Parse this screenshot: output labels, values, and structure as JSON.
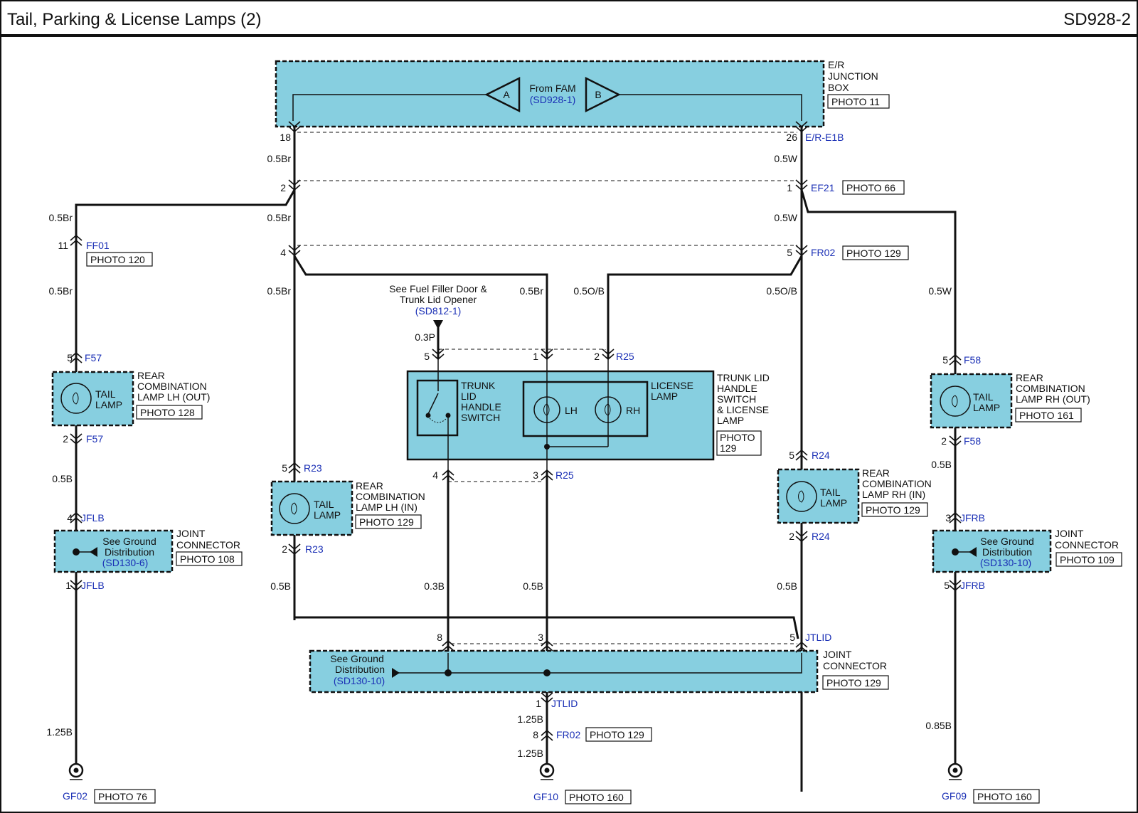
{
  "header": {
    "title": "Tail, Parking & License Lamps (2)",
    "page_code": "SD928-2"
  },
  "er_junction_box": {
    "label_lines": [
      "E/R",
      "JUNCTION",
      "BOX"
    ],
    "photo": "PHOTO 11",
    "from_text": "From FAM",
    "ref": "(SD928-1)",
    "conn_a": "A",
    "conn_b": "B"
  },
  "top_pins": {
    "left": "18",
    "right": "26",
    "connector": "E/R-E1B"
  },
  "wires": {
    "w_05br": "0.5Br",
    "w_05w": "0.5W",
    "w_05ob": "0.5O/B",
    "w_03p": "0.3P",
    "w_05b": "0.5B",
    "w_03b": "0.3B",
    "w_125b": "1.25B",
    "w_085b": "0.85B"
  },
  "ef21": {
    "pin_left": "2",
    "pin_right": "1",
    "name": "EF21",
    "photo": "PHOTO 66"
  },
  "fr02_top": {
    "pin_left": "4",
    "pin_right": "5",
    "name": "FR02",
    "photo": "PHOTO 129"
  },
  "ff01": {
    "pin": "11",
    "name": "FF01",
    "photo": "PHOTO 120"
  },
  "fuel_ref": {
    "line1": "See Fuel Filler Door &",
    "line2": "Trunk Lid Opener",
    "ref": "(SD812-1)"
  },
  "r25": {
    "pin5": "5",
    "pin1": "1",
    "pin2": "2",
    "name": "R25",
    "pin4": "4",
    "pin3": "3"
  },
  "trunk_assembly": {
    "label_lines": [
      "TRUNK LID",
      "HANDLE",
      "SWITCH",
      "& LICENSE",
      "LAMP"
    ],
    "photo_lines": [
      "PHOTO",
      "129"
    ],
    "switch_lines": [
      "TRUNK",
      "LID",
      "HANDLE",
      "SWITCH"
    ],
    "license_lines": [
      "LICENSE",
      "LAMP"
    ],
    "lh": "LH",
    "rh": "RH"
  },
  "tail_lamp_text": [
    "TAIL",
    "LAMP"
  ],
  "lamp_lh_out": {
    "label_lines": [
      "REAR",
      "COMBINATION",
      "LAMP LH (OUT)"
    ],
    "photo": "PHOTO 128",
    "conn": "F57",
    "pin_top": "5",
    "pin_bottom": "2"
  },
  "lamp_rh_out": {
    "label_lines": [
      "REAR",
      "COMBINATION",
      "LAMP RH (OUT)"
    ],
    "photo": "PHOTO 161",
    "conn": "F58",
    "pin_top": "5",
    "pin_bottom": "2"
  },
  "lamp_lh_in": {
    "label_lines": [
      "REAR",
      "COMBINATION",
      "LAMP LH (IN)"
    ],
    "photo": "PHOTO 129",
    "conn": "R23",
    "pin_top": "5",
    "pin_bottom": "2"
  },
  "lamp_rh_in": {
    "label_lines": [
      "REAR",
      "COMBINATION",
      "LAMP RH (IN)"
    ],
    "photo": "PHOTO 129",
    "conn": "R24",
    "pin_top": "5",
    "pin_bottom": "2"
  },
  "jflb": {
    "conn": "JFLB",
    "pin_top": "4",
    "pin_bottom": "1",
    "see_lines": [
      "See Ground",
      "Distribution"
    ],
    "ref": "(SD130-6)",
    "label_lines": [
      "JOINT",
      "CONNECTOR"
    ],
    "photo": "PHOTO 108"
  },
  "jfrb": {
    "conn": "JFRB",
    "pin_top": "3",
    "pin_bottom": "5",
    "see_lines": [
      "See Ground",
      "Distribution"
    ],
    "ref": "(SD130-10)",
    "label_lines": [
      "JOINT",
      "CONNECTOR"
    ],
    "photo": "PHOTO 109"
  },
  "jtlid": {
    "conn": "JTLID",
    "pin_left": "8",
    "pin_mid": "3",
    "pin_right": "5",
    "pin_bottom": "1",
    "see_lines": [
      "See Ground",
      "Distribution"
    ],
    "ref": "(SD130-10)",
    "label_lines": [
      "JOINT",
      "CONNECTOR"
    ],
    "photo": "PHOTO 129"
  },
  "fr02_bottom": {
    "pin": "8",
    "name": "FR02",
    "photo": "PHOTO 129"
  },
  "grounds": {
    "gf02": {
      "name": "GF02",
      "photo": "PHOTO 76"
    },
    "gf10": {
      "name": "GF10",
      "photo": "PHOTO 160"
    },
    "gf09": {
      "name": "GF09",
      "photo": "PHOTO 160"
    }
  }
}
